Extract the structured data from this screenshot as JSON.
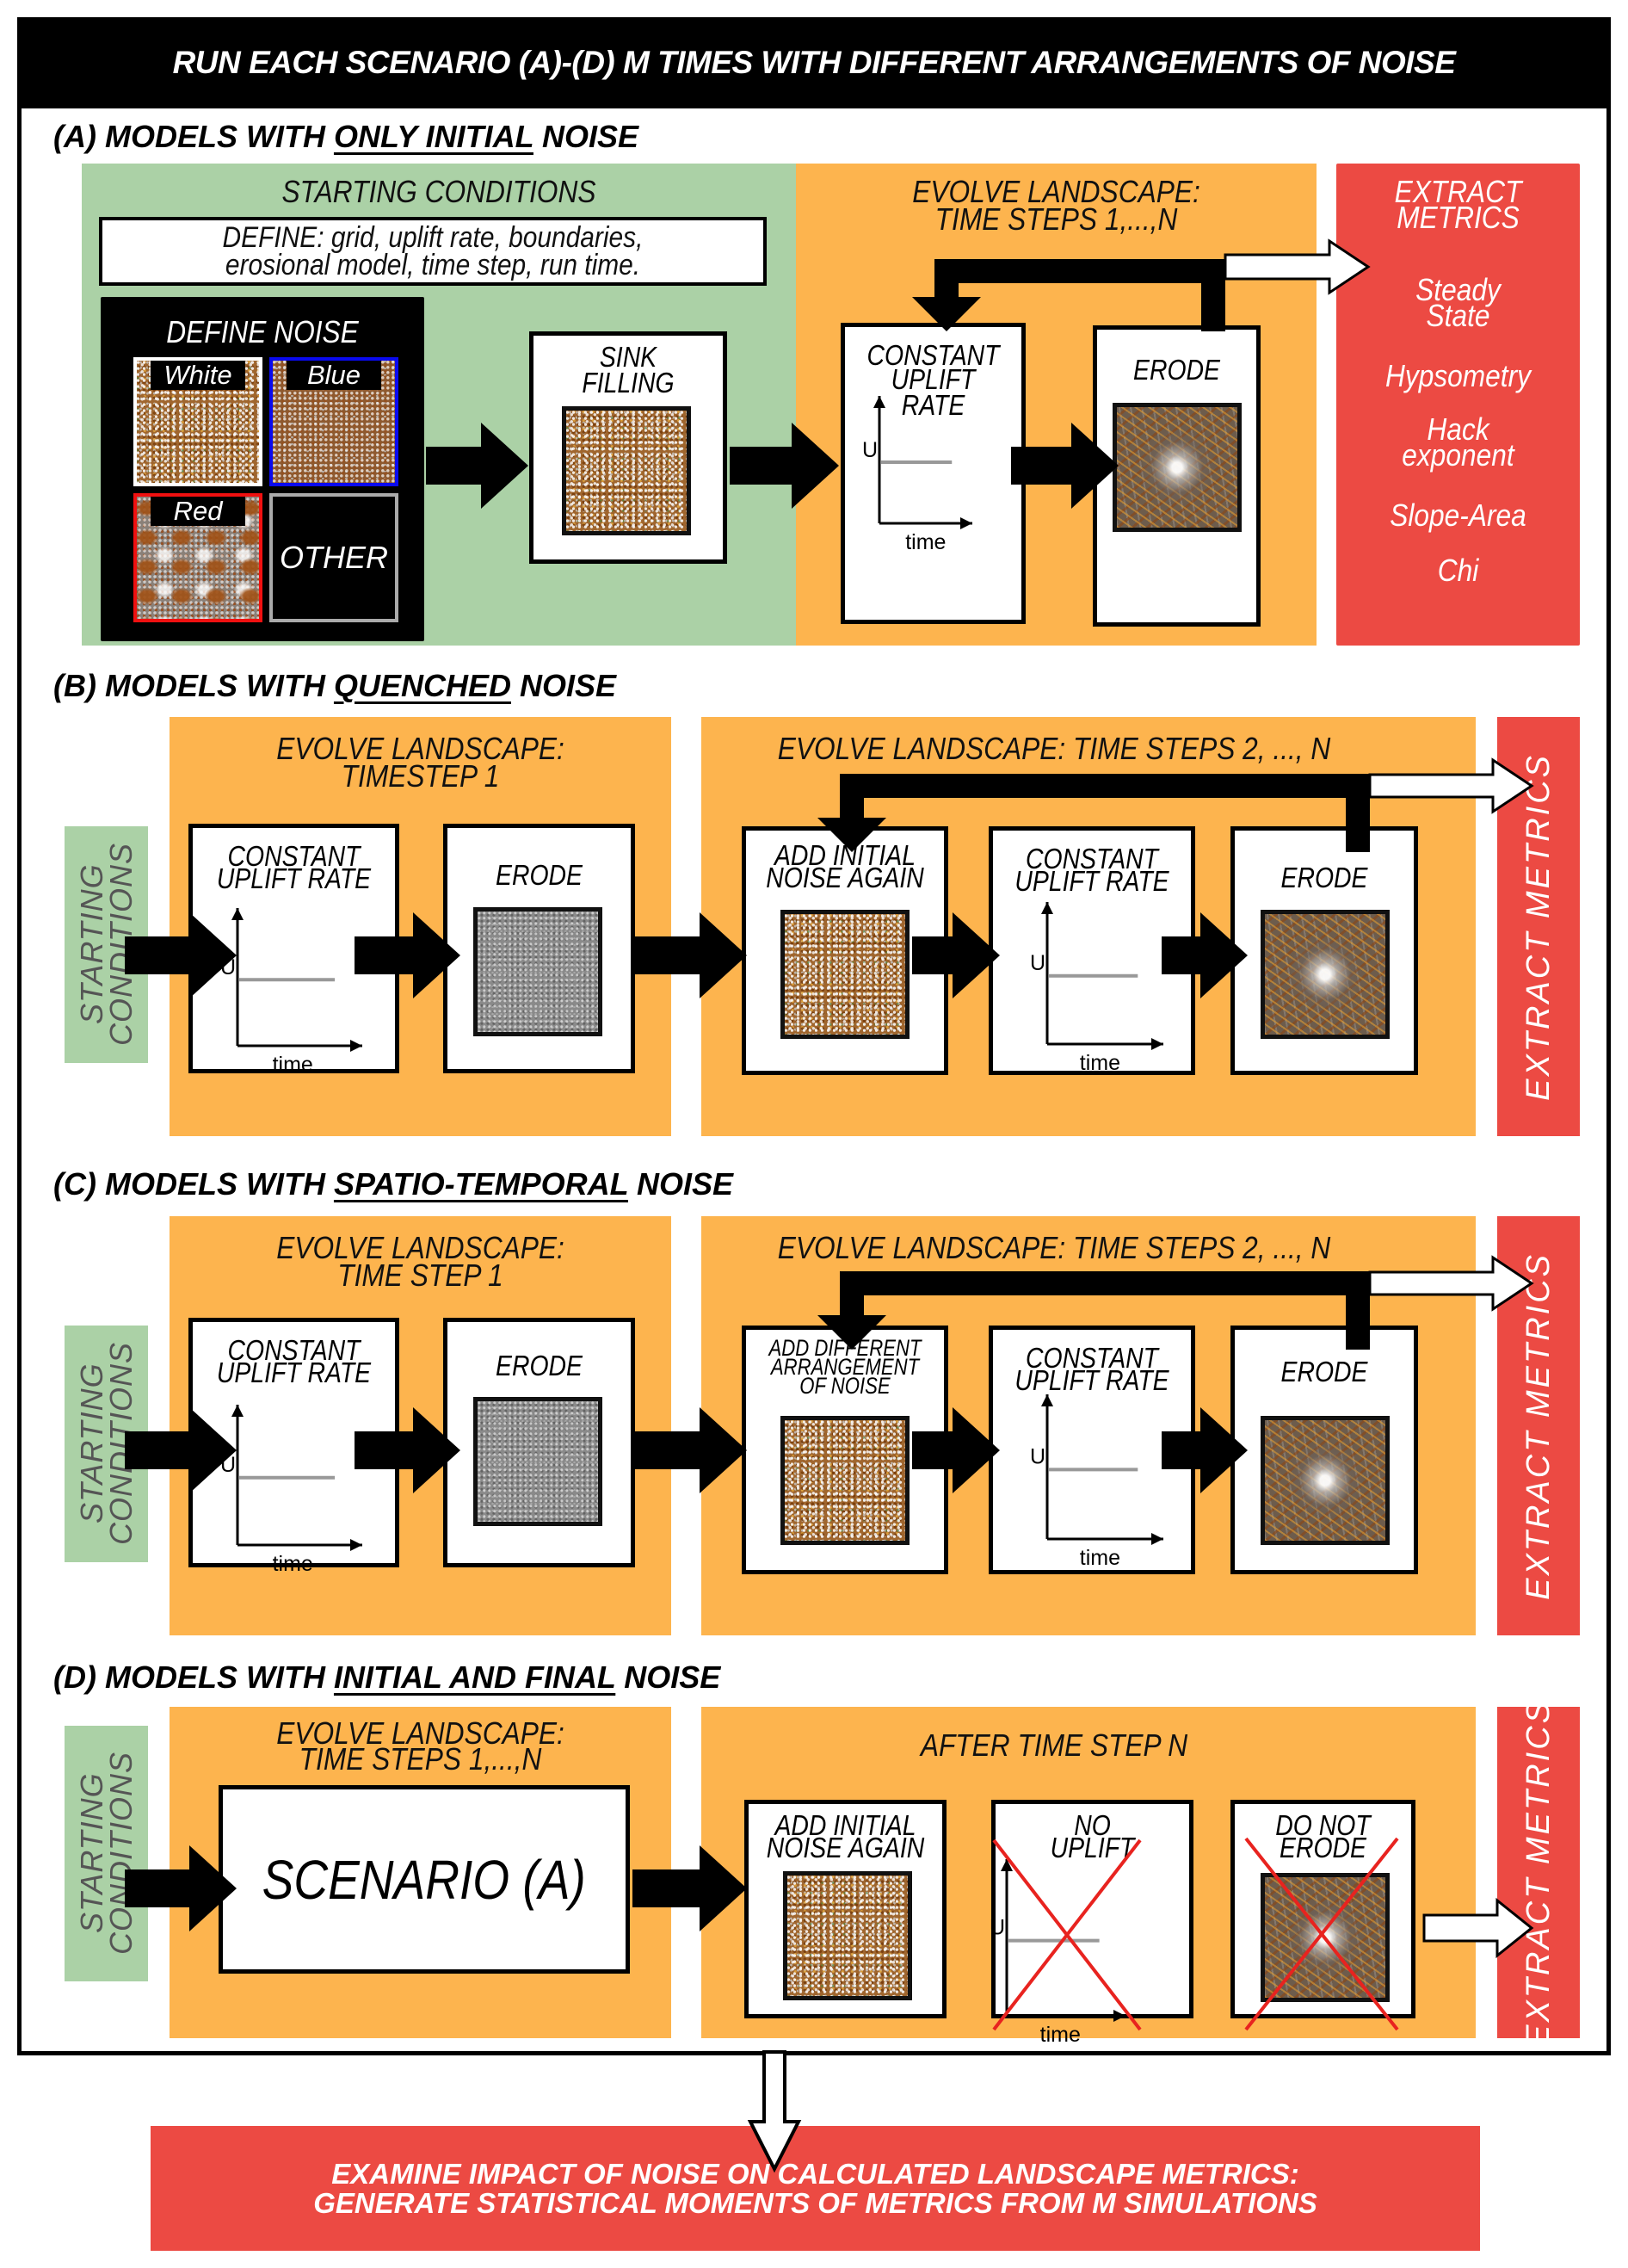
{
  "header": {
    "title": "RUN EACH SCENARIO (A)-(D) M TIMES WITH DIFFERENT ARRANGEMENTS OF NOISE"
  },
  "colors": {
    "starting": "#abd1a6",
    "evolve": "#fdb44e",
    "extract": "#ec4a43",
    "header": "#000000",
    "x_mark": "#e8231f"
  },
  "scenarios": {
    "a": {
      "prefix": "(A) MODELS WITH ",
      "emphasis": "ONLY INITIAL",
      "suffix": " NOISE",
      "starting": {
        "title": "STARTING CONDITIONS",
        "define_line1": "DEFINE: grid, uplift rate, boundaries,",
        "define_line2": "erosional model, time step, run time.",
        "noise_title": "DEFINE NOISE",
        "noise_types": [
          "White",
          "Blue",
          "Red",
          "OTHER"
        ],
        "sink_line1": "SINK",
        "sink_line2": "FILLING"
      },
      "evolve": {
        "title_line1": "EVOLVE LANDSCAPE:",
        "title_line2": "TIME STEPS 1,...,N",
        "uplift_line1": "CONSTANT",
        "uplift_line2": "UPLIFT RATE",
        "erode": "ERODE"
      },
      "extract": {
        "title_line1": "EXTRACT",
        "title_line2": "METRICS",
        "metrics": [
          {
            "line1": "Steady",
            "line2": "State"
          },
          {
            "line1": "Hypsometry",
            "line2": ""
          },
          {
            "line1": "Hack",
            "line2": "exponent"
          },
          {
            "line1": "Slope-Area",
            "line2": ""
          },
          {
            "line1": "Chi",
            "line2": ""
          }
        ]
      }
    },
    "b": {
      "prefix": "(B) MODELS WITH ",
      "emphasis": "QUENCHED",
      "suffix": " NOISE",
      "start_line1": "STARTING",
      "start_line2": "CONDITIONS",
      "evolve1_line1": "EVOLVE LANDSCAPE:",
      "evolve1_line2": "TIMESTEP 1",
      "evolve2_title": "EVOLVE LANDSCAPE: TIME STEPS 2, ..., N",
      "uplift_line1": "CONSTANT",
      "uplift_line2": "UPLIFT RATE",
      "erode": "ERODE",
      "add_line1": "ADD INITIAL",
      "add_line2": "NOISE AGAIN",
      "add_line3": "",
      "extract": "EXTRACT METRICS"
    },
    "c": {
      "prefix": "(C) MODELS WITH ",
      "emphasis": "SPATIO-TEMPORAL",
      "suffix": " NOISE",
      "start_line1": "STARTING",
      "start_line2": "CONDITIONS",
      "evolve1_line1": "EVOLVE LANDSCAPE:",
      "evolve1_line2": "TIME STEP 1",
      "evolve2_title": "EVOLVE LANDSCAPE: TIME STEPS 2, ..., N",
      "uplift_line1": "CONSTANT",
      "uplift_line2": "UPLIFT RATE",
      "erode": "ERODE",
      "add_line1": "ADD DIFFERENT",
      "add_line2": "ARRANGEMENT",
      "add_line3": "OF NOISE",
      "extract": "EXTRACT METRICS"
    },
    "d": {
      "prefix": "(D) MODELS WITH ",
      "emphasis": "INITIAL AND FINAL",
      "suffix": " NOISE",
      "start_line1": "STARTING",
      "start_line2": "CONDITIONS",
      "evolve1_line1": "EVOLVE LANDSCAPE:",
      "evolve1_line2": "TIME STEPS 1,...,N",
      "scenario_ref": "SCENARIO (A)",
      "after_title": "AFTER TIME STEP N",
      "add_line1": "ADD INITIAL",
      "add_line2": "NOISE AGAIN",
      "no_uplift_line1": "NO",
      "no_uplift_line2": "UPLIFT",
      "no_erode_line1": "DO NOT",
      "no_erode_line2": "ERODE",
      "extract": "EXTRACT METRICS"
    }
  },
  "uplift_chart": {
    "y_label": "U",
    "x_label": "time"
  },
  "footer": {
    "line1": "EXAMINE IMPACT OF NOISE ON CALCULATED LANDSCAPE METRICS:",
    "line2": "GENERATE STATISTICAL MOMENTS OF METRICS FROM M SIMULATIONS"
  }
}
